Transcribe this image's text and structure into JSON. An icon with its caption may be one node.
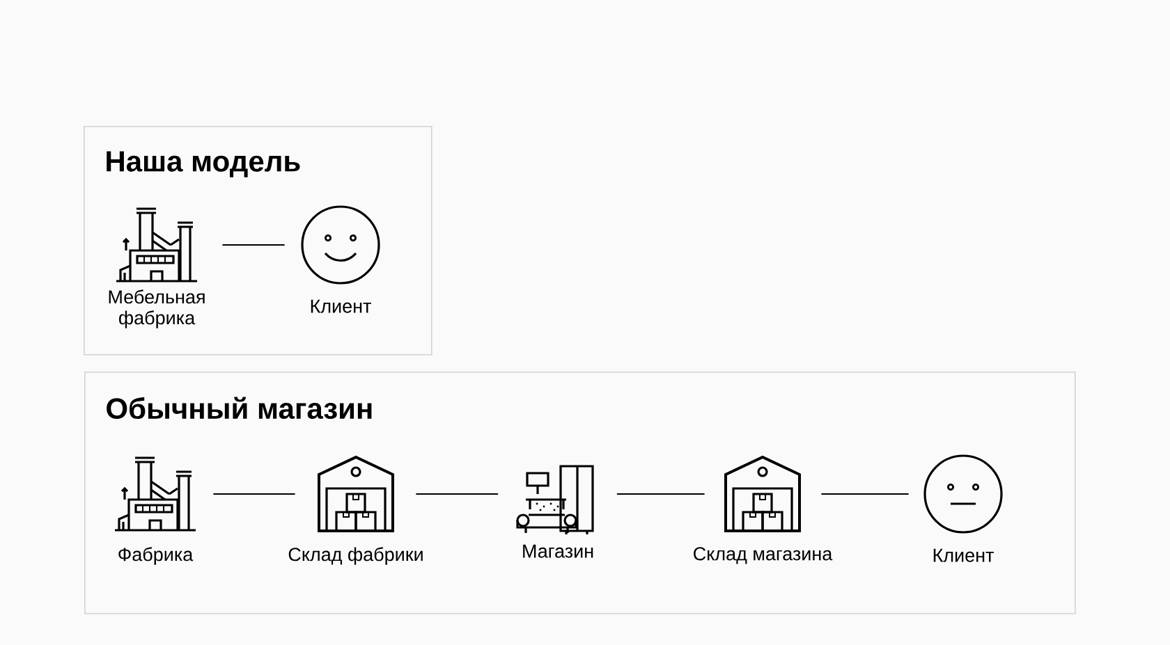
{
  "diagram": {
    "nodes": [
      {
        "text": [
          "Наша модель"
        ]
      },
      {
        "text": [
          "Мебельная фабрика"
        ],
        "in": 0
      },
      {
        "text": [
          "Клиент"
        ],
        "in": 0
      },
      {
        "text": [
          "Обычный магазин"
        ]
      },
      {
        "text": [
          "Фабрика"
        ],
        "in": 3
      },
      {
        "text": [
          "Склад фабрики"
        ],
        "in": 3
      },
      {
        "text": [
          "Магазин"
        ],
        "in": 3
      },
      {
        "text": [
          "Склад магазина"
        ],
        "in": 3
      },
      {
        "text": [
          "Клиент"
        ],
        "in": 3
      }
    ],
    "edges": [
      {
        "from": 1,
        "to": 2,
        "arrow": "none"
      },
      {
        "from": 4,
        "to": 5,
        "arrow": "none"
      },
      {
        "from": 5,
        "to": 6,
        "arrow": "none"
      },
      {
        "from": 6,
        "to": 7,
        "arrow": "none"
      },
      {
        "from": 7,
        "to": 8,
        "arrow": "none"
      }
    ]
  }
}
